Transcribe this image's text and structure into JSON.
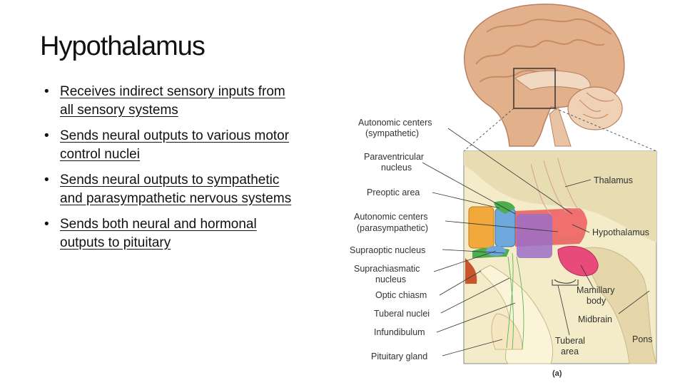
{
  "slide": {
    "title": "Hypothalamus",
    "bullets": [
      "Receives indirect sensory inputs from all sensory systems",
      "Sends neural outputs to various motor control nuclei",
      "Sends neural outputs to sympathetic and parasympathetic nervous systems",
      "Sends both neural and hormonal outputs to pituitary"
    ]
  },
  "figure": {
    "labels": {
      "autonomic_symp_1": "Autonomic centers",
      "autonomic_symp_2": "(sympathetic)",
      "paraventricular_1": "Paraventricular",
      "paraventricular_2": "nucleus",
      "preoptic": "Preoptic area",
      "autonomic_para_1": "Autonomic centers",
      "autonomic_para_2": "(parasympathetic)",
      "supraoptic": "Supraoptic nucleus",
      "suprachiasmatic_1": "Suprachiasmatic",
      "suprachiasmatic_2": "nucleus",
      "optic_chiasm": "Optic chiasm",
      "tuberal_nuclei": "Tuberal nuclei",
      "infundibulum": "Infundibulum",
      "pituitary": "Pituitary gland",
      "thalamus": "Thalamus",
      "hypothalamus": "Hypothalamus",
      "mamillary_1": "Mamillary",
      "mamillary_2": "body",
      "midbrain": "Midbrain",
      "tuberal_area_1": "Tuberal",
      "tuberal_area_2": "area",
      "pons": "Pons",
      "panel": "(a)"
    },
    "colors": {
      "cortex": "#e3b08c",
      "cortex_gyri": "#c98a66",
      "background_tissue": "#f4ecc8",
      "hypothalamus_red": "#e85a5a",
      "mamillary_pink": "#e84a7a",
      "preoptic_orange": "#f2a93b",
      "supraoptic_green": "#4cae4c",
      "paraventricular_purple": "#9b6fc8",
      "suprachiasmatic_blue": "#6fa8dc"
    }
  }
}
